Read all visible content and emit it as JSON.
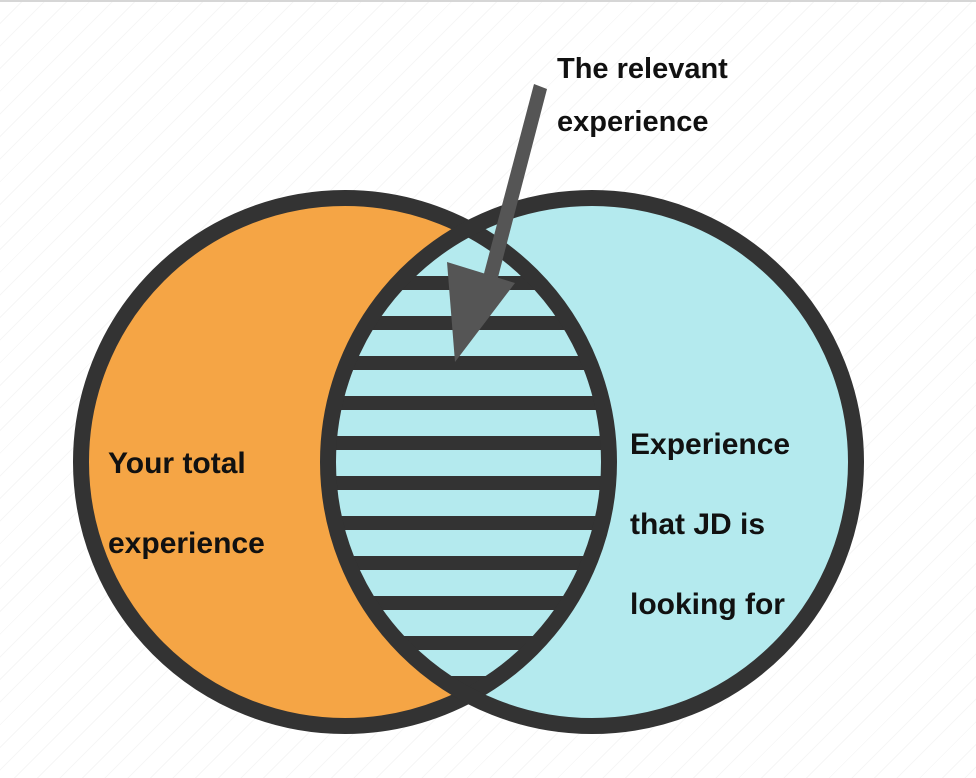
{
  "labels": {
    "relevant_line1": "The relevant",
    "relevant_line2": "experience",
    "left_line1": "Your total",
    "left_line2": "experience",
    "right_line1": "Experience",
    "right_line2": "that JD is",
    "right_line3": "looking for"
  },
  "colors": {
    "left_fill": "#f5a545",
    "right_fill": "#b4eaee",
    "outline": "#333333",
    "arrow": "#555555"
  }
}
